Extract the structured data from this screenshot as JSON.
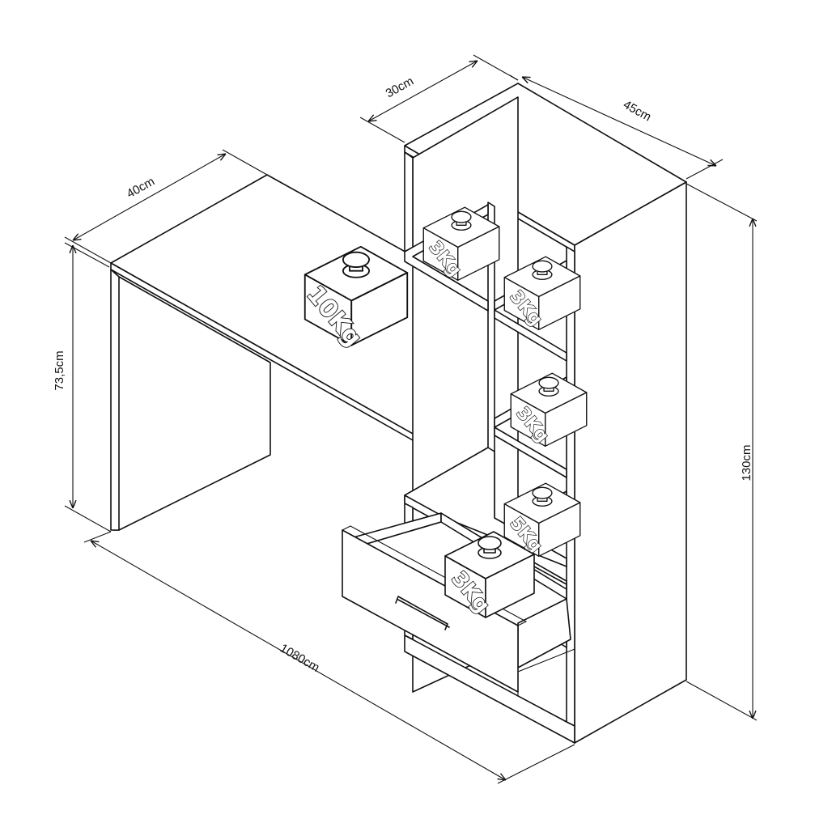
{
  "dimensions": {
    "shelf_depth": "30cm",
    "shelf_width": "45cm",
    "desk_depth": "40cm",
    "desk_height": "73,5cm",
    "total_height": "130cm",
    "total_width": "1080cm"
  },
  "weights": [
    {
      "id": "desk-top",
      "label": "10Kg"
    },
    {
      "id": "niche-top-left",
      "label": "3Kg"
    },
    {
      "id": "niche-top-right",
      "label": "3Kg"
    },
    {
      "id": "niche-middle",
      "label": "3Kg"
    },
    {
      "id": "niche-lower",
      "label": "5Kg"
    },
    {
      "id": "drawer",
      "label": "3Kg"
    }
  ],
  "colors": {
    "line": "#111111",
    "background": "#ffffff"
  }
}
